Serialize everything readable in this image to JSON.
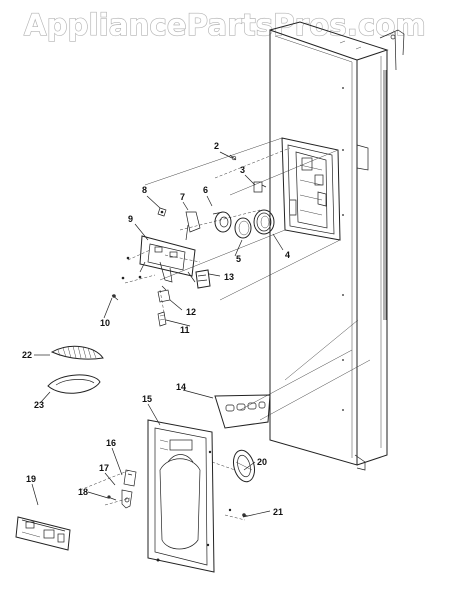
{
  "watermark": "AppliancePartsPros.com",
  "callouts": [
    "2",
    "3",
    "4",
    "5",
    "6",
    "7",
    "8",
    "9",
    "10",
    "11",
    "12",
    "13",
    "14",
    "15",
    "16",
    "17",
    "18",
    "19",
    "20",
    "21",
    "22",
    "23"
  ]
}
